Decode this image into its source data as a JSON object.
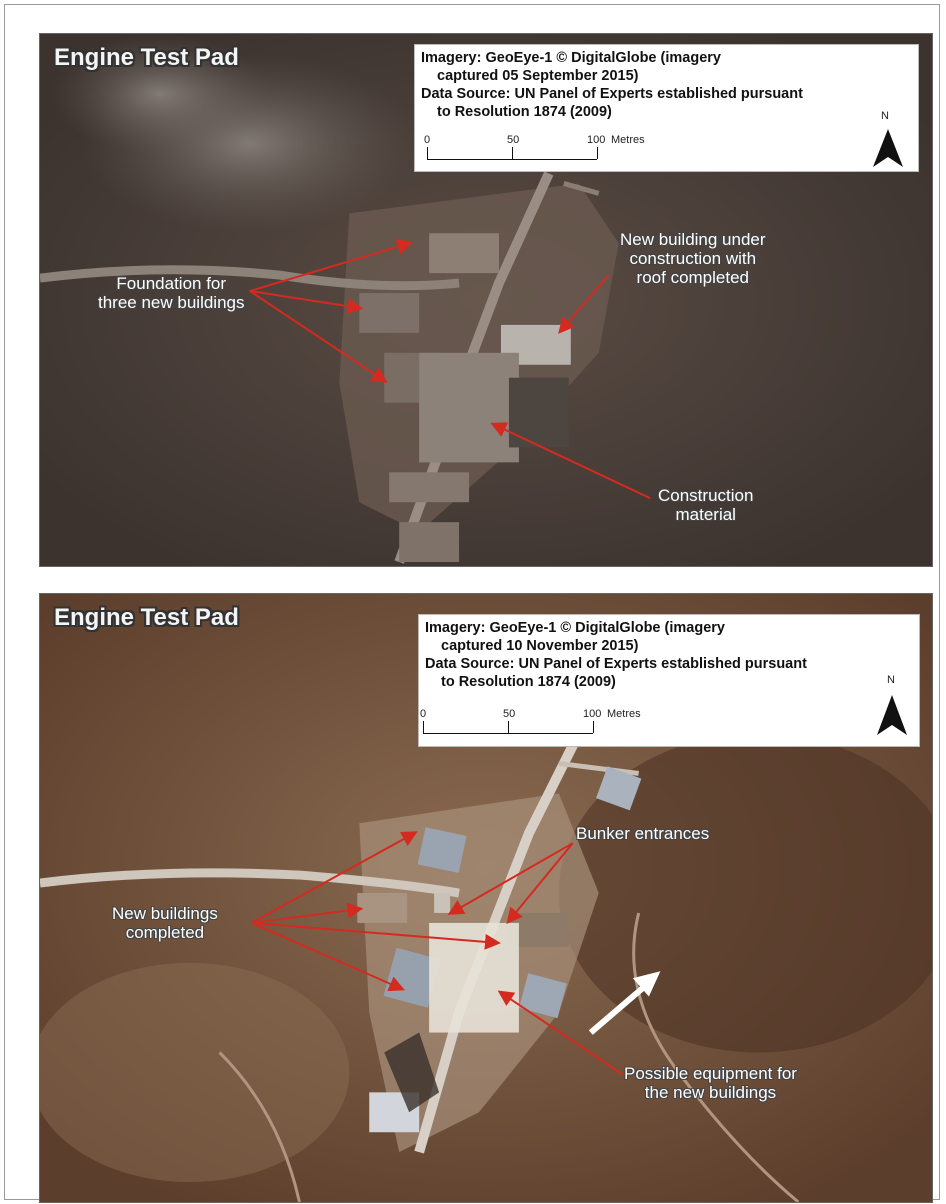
{
  "panels": [
    {
      "title": "Engine Test Pad",
      "info": {
        "line1": "Imagery: GeoEye-1 © DigitalGlobe (imagery",
        "line2": "captured 05 September 2015)",
        "line3": "Data Source: UN Panel of Experts established pursuant",
        "line4": "to Resolution 1874 (2009)"
      },
      "scale": {
        "tick0": "0",
        "tick1": "50",
        "tick2": "100",
        "unit": "Metres"
      },
      "north_label": "N",
      "north_icon": "north-arrow-icon",
      "annotations": {
        "foundation": [
          "Foundation for",
          "three new buildings"
        ],
        "new_building": [
          "New building under",
          "construction with",
          "roof completed"
        ],
        "material": [
          "Construction",
          "material"
        ]
      }
    },
    {
      "title": "Engine Test Pad",
      "info": {
        "line1": "Imagery: GeoEye-1 © DigitalGlobe (imagery",
        "line2": "captured 10 November 2015)",
        "line3": "Data Source: UN Panel of Experts established pursuant",
        "line4": "to Resolution 1874 (2009)"
      },
      "scale": {
        "tick0": "0",
        "tick1": "50",
        "tick2": "100",
        "unit": "Metres"
      },
      "north_label": "N",
      "north_icon": "north-arrow-icon",
      "annotations": {
        "bunker": [
          "Bunker entrances"
        ],
        "completed": [
          "New buildings",
          "completed"
        ],
        "equipment": [
          "Possible equipment for",
          "the new buildings"
        ]
      }
    }
  ],
  "colors": {
    "arrow_red": "#d42a20",
    "panel1_ground": "#4a3f38",
    "panel2_ground": "#6e4a34"
  }
}
